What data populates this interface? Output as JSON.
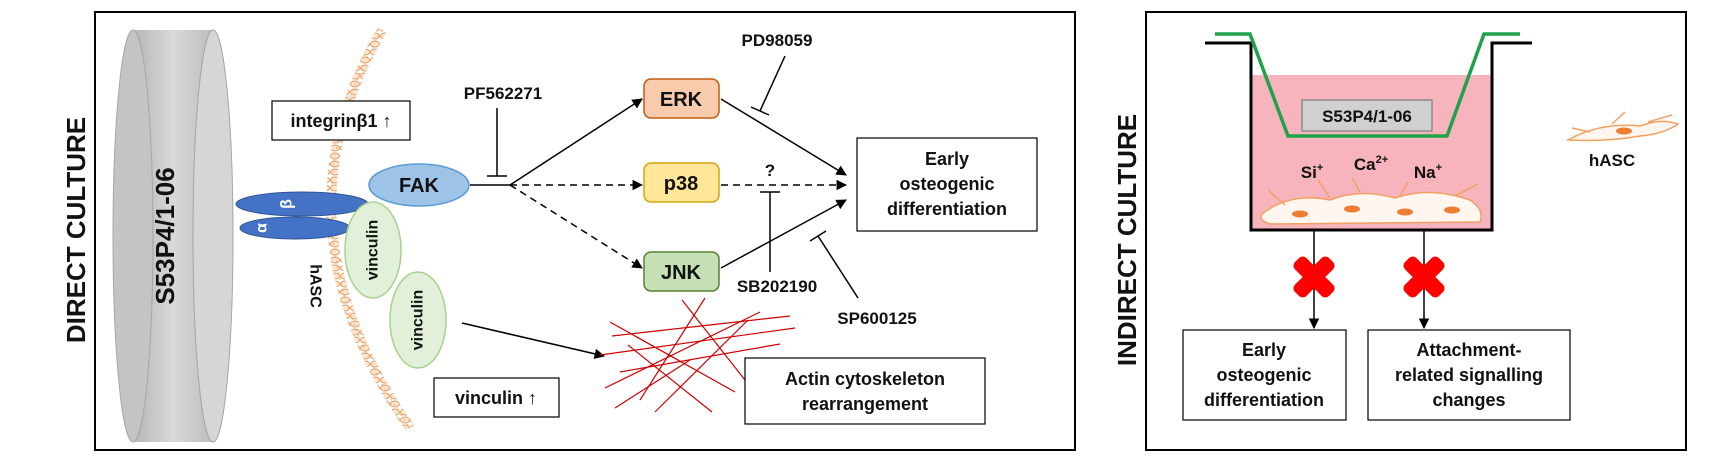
{
  "direct": {
    "side_label": "DIRECT CULTURE",
    "disc_label": "S53P4/1-06",
    "integrin_label": "integrinβ1 ↑",
    "alpha": "α",
    "beta": "β",
    "cell_label": "hASC",
    "vinculin_1": "vinculin",
    "vinculin_2": "vinculin",
    "vinculin_box": "vinculin ↑",
    "fak": "FAK",
    "erk": "ERK",
    "p38": "p38",
    "jnk": "JNK",
    "inhibitor_pf": "PF562271",
    "inhibitor_pd": "PD98059",
    "inhibitor_sb": "SB202190",
    "inhibitor_sp": "SP600125",
    "question": "?",
    "outcome_lines": [
      "Early",
      "osteogenic",
      "differentiation"
    ],
    "actin_lines": [
      "Actin cytoskeleton",
      "rearrangement"
    ]
  },
  "indirect": {
    "side_label": "INDIRECT CULTURE",
    "insert_label": "S53P4/1-06",
    "ion_si": "Si",
    "ion_si_charge": "+",
    "ion_ca": "Ca",
    "ion_ca_charge": "2+",
    "ion_na": "Na",
    "ion_na_charge": "+",
    "cell_label": "hASC",
    "outcome1_lines": [
      "Early",
      "osteogenic",
      "differentiation"
    ],
    "outcome2_lines": [
      "Attachment-",
      "related signalling",
      "changes"
    ]
  },
  "colors": {
    "fak_fill": "#9dc3e6",
    "erk_fill": "#f8cbad",
    "erk_stroke": "#c55a11",
    "p38_fill": "#ffe699",
    "p38_stroke": "#d6a40f",
    "jnk_fill": "#c5e0b4",
    "jnk_stroke": "#548235",
    "integrin_fill": "#4472c4",
    "vinculin_fill": "#e2f0d9",
    "vinculin_stroke": "#a9d18e",
    "membrane": "#f4b183",
    "actin": "#d00000",
    "medium": "#f8b4bc",
    "insert": "#1fa34a",
    "block_x": "#ff0000"
  }
}
